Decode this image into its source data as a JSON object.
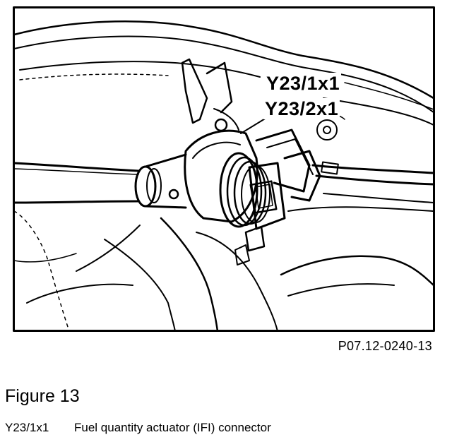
{
  "illustration": {
    "callouts": [
      "Y23/1x1",
      "Y23/2x1"
    ],
    "reference_code": "P07.12-0240-13",
    "colors": {
      "line": "#000000",
      "background": "#ffffff"
    }
  },
  "figure": {
    "title": "Figure 13",
    "legend": [
      {
        "code": "Y23/1x1",
        "description": "Fuel quantity actuator (IFI) connector"
      }
    ]
  }
}
